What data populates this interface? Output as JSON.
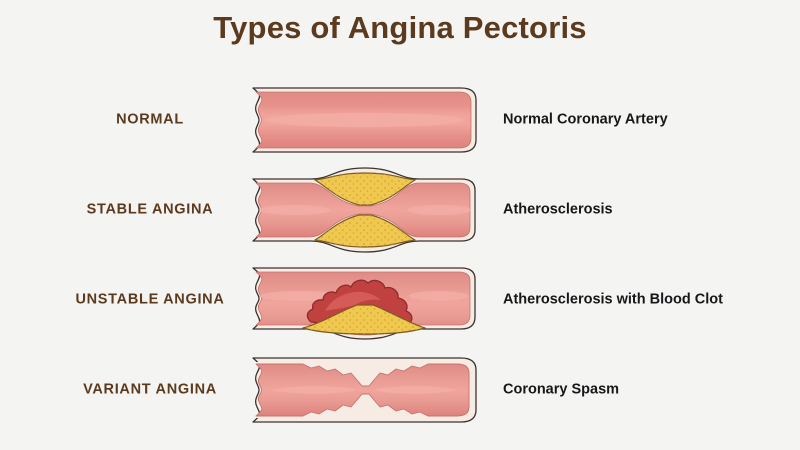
{
  "title": "Types of Angina Pectoris",
  "colors": {
    "background": "#f4f4f2",
    "title_text": "#5c3a1e",
    "label_text": "#5c3a1e",
    "description_text": "#17171a",
    "vessel_wall": "#f7ece4",
    "vessel_outline": "#3c3230",
    "vessel_fill_dark": "#e28681",
    "vessel_fill_light": "#f0a49c",
    "plaque_fill": "#efc84f",
    "plaque_speckle": "#d79a2a",
    "plaque_outline": "#7a5a22",
    "clot_fill": "#c0413f",
    "clot_highlight": "#d7605c",
    "clot_outline": "#8e2b2c"
  },
  "rows": [
    {
      "label": "NORMAL",
      "description": "Normal Coronary Artery",
      "illustration": "normal-artery"
    },
    {
      "label": "STABLE ANGINA",
      "description": "Atherosclerosis",
      "illustration": "stable-angina-artery"
    },
    {
      "label": "UNSTABLE ANGINA",
      "description": "Atherosclerosis with Blood Clot",
      "illustration": "unstable-angina-artery"
    },
    {
      "label": "VARIANT ANGINA",
      "description": "Coronary Spasm",
      "illustration": "variant-angina-artery"
    }
  ]
}
